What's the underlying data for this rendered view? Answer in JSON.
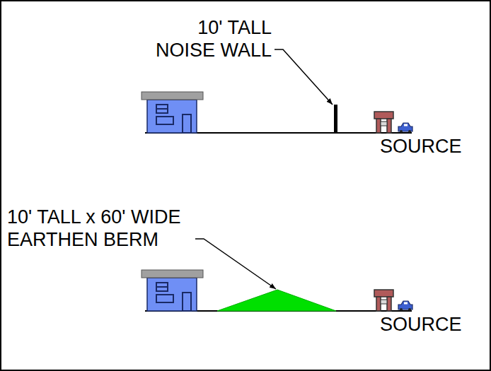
{
  "diagram": {
    "labels": [
      "10' TALL NOISE WALL",
      "SOURCE",
      "10' TALL x 60' WIDE EARTHEN BERM",
      "SOURCE"
    ]
  }
}
